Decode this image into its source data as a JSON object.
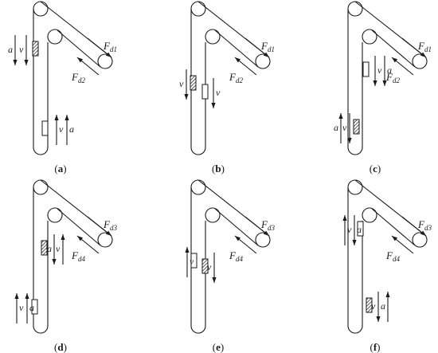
{
  "symbols": {
    "a": "a",
    "v": "v",
    "F": "F",
    "sub_d1": "d1",
    "sub_d2": "d2",
    "sub_d3": "d3",
    "sub_d4": "d4"
  },
  "panels": [
    {
      "id": "a",
      "caption_open": "(",
      "caption_letter": "a",
      "caption_close": ")",
      "upper_force": "d1",
      "lower_force": "d2"
    },
    {
      "id": "b",
      "caption_open": "(",
      "caption_letter": "b",
      "caption_close": ")",
      "upper_force": "d1",
      "lower_force": "d2"
    },
    {
      "id": "c",
      "caption_open": "(",
      "caption_letter": "c",
      "caption_close": ")",
      "upper_force": "d1",
      "lower_force": "d2"
    },
    {
      "id": "d",
      "caption_open": "(",
      "caption_letter": "d",
      "caption_close": ")",
      "upper_force": "d3",
      "lower_force": "d4"
    },
    {
      "id": "e",
      "caption_open": "(",
      "caption_letter": "e",
      "caption_close": ")",
      "upper_force": "d3",
      "lower_force": "d4"
    },
    {
      "id": "f",
      "caption_open": "(",
      "caption_letter": "f",
      "caption_close": ")",
      "upper_force": "d3",
      "lower_force": "d4"
    }
  ]
}
